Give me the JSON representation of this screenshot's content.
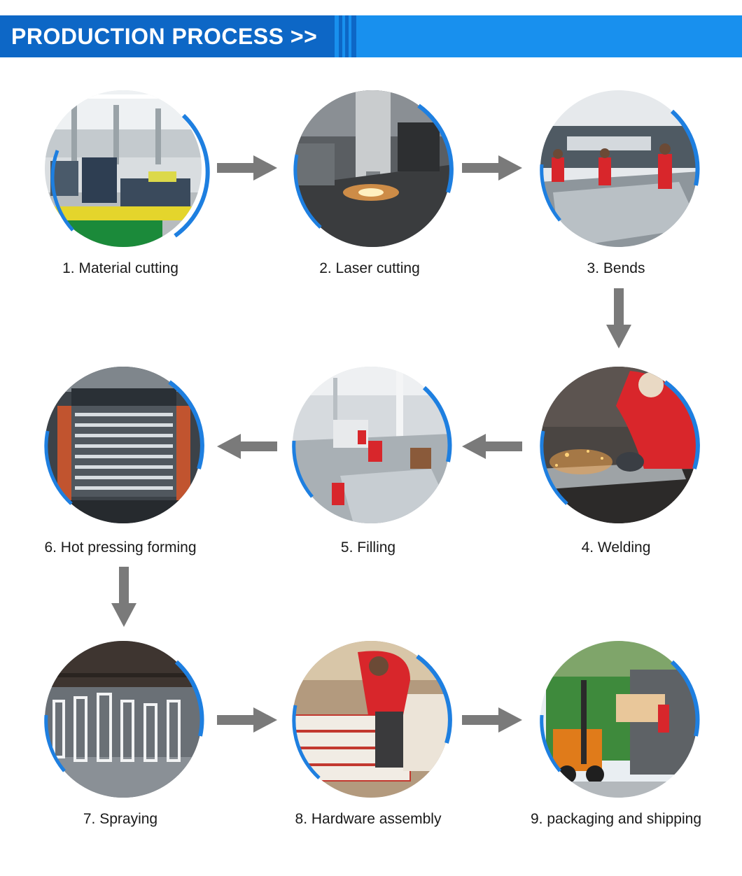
{
  "header": {
    "title": "PRODUCTION PROCESS >>",
    "colors": {
      "dark": "#0d67c6",
      "light": "#1890ee",
      "text": "#ffffff"
    }
  },
  "arrow_color": "#7a7a7a",
  "ring_color": "#1e7fe0",
  "steps": [
    {
      "label": "1. Material cutting",
      "icon": "factory-floor-machine-photo"
    },
    {
      "label": "2. Laser cutting",
      "icon": "laser-cutter-sparks-photo"
    },
    {
      "label": "3. Bends",
      "icon": "press-brake-workers-photo"
    },
    {
      "label": "4. Welding",
      "icon": "welder-grinding-sparks-photo"
    },
    {
      "label": "5. Filling",
      "icon": "workshop-panels-filling-photo"
    },
    {
      "label": "6. Hot pressing forming",
      "icon": "hot-press-machine-photo"
    },
    {
      "label": "7. Spraying",
      "icon": "spray-line-door-frames-photo"
    },
    {
      "label": "8. Hardware assembly",
      "icon": "worker-assembling-panels-photo"
    },
    {
      "label": "9. packaging and shipping",
      "icon": "forklift-loading-container-photo"
    }
  ]
}
